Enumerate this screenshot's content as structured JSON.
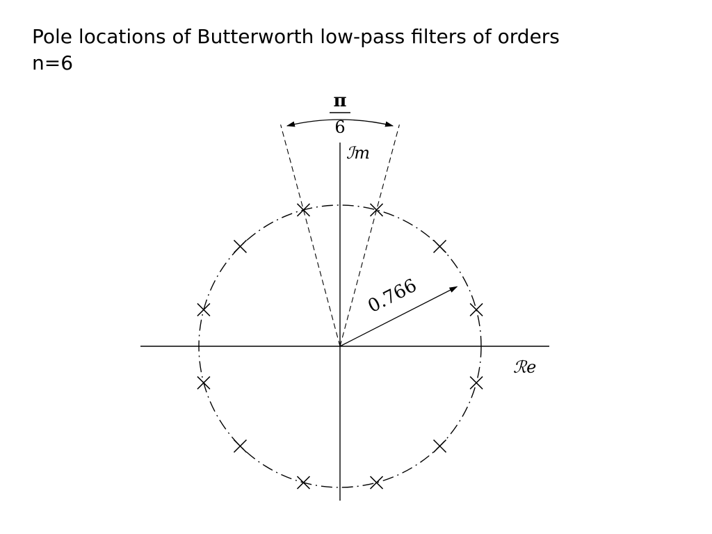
{
  "title": {
    "line1": "Pole locations of Butterworth low-pass filters of orders",
    "line2": "n=6"
  },
  "diagram": {
    "angle_label": {
      "numerator": "π",
      "denominator": "6"
    },
    "imag_axis_label": "ℐm",
    "real_axis_label": "ℛe",
    "radius_label": "0.766",
    "radius": 0.766,
    "order": 6,
    "pole_count": 12,
    "pole_angles_deg": [
      15,
      45,
      75,
      105,
      135,
      165,
      195,
      225,
      255,
      285,
      315,
      345
    ],
    "marked_angles_deg": [
      75,
      105
    ]
  },
  "colors": {
    "ink": "#000000",
    "background": "#ffffff"
  }
}
